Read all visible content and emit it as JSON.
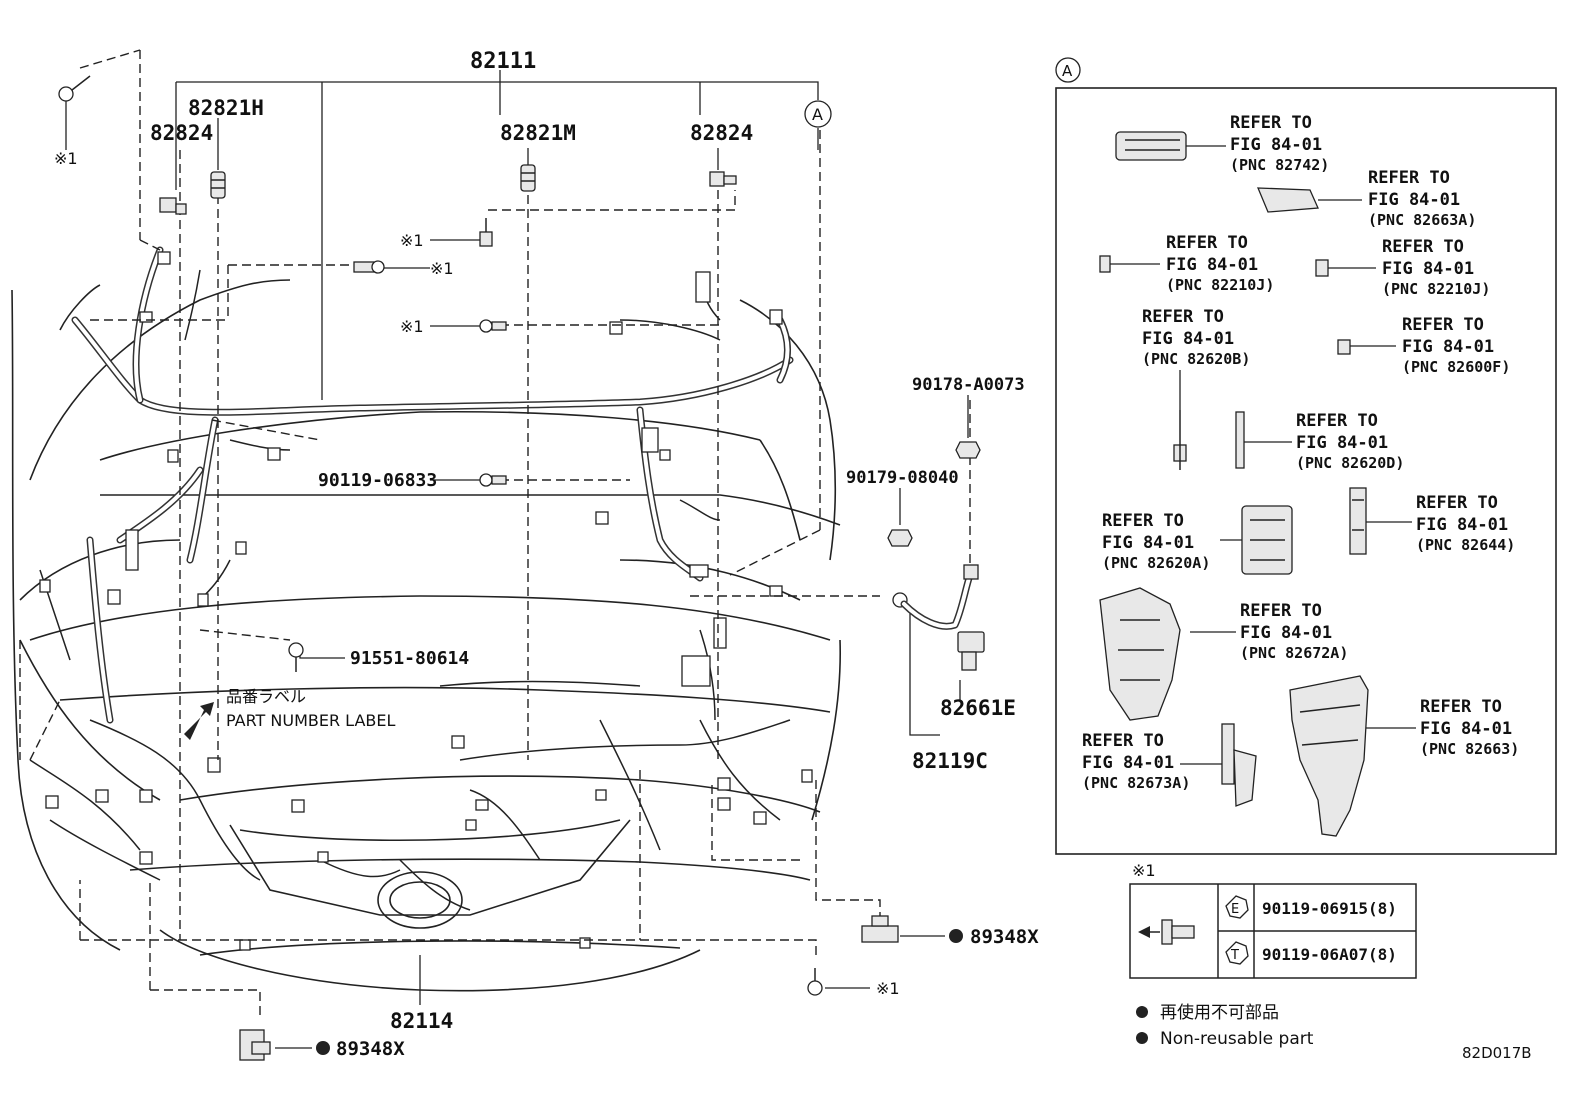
{
  "diagram_code": "82D017B",
  "callout_letter": "A",
  "main_labels": {
    "harness_main": "82111",
    "harness_front": "82114",
    "clamp_82821h": "82821H",
    "clamp_82821m": "82821M",
    "clip_82824_left": "82824",
    "clip_82824_right": "82824",
    "bolt_90119_06833": "90119-06833",
    "screw_91551_80614": "91551-80614",
    "nut_90178_a0073": "90178-A0073",
    "nut_90179_08040": "90179-08040",
    "wire_82119c": "82119C",
    "sensor_82661e": "82661E",
    "bracket_89348x_right": "89348X",
    "bracket_89348x_bottom": "89348X"
  },
  "note_mark": "※1",
  "part_number_label": {
    "jp": "品番ラベル",
    "en": "PART NUMBER LABEL"
  },
  "detail_refs": [
    {
      "refer": "REFER TO",
      "fig": "FIG 84-01",
      "pnc": "(PNC 82742)"
    },
    {
      "refer": "REFER TO",
      "fig": "FIG 84-01",
      "pnc": "(PNC 82663A)"
    },
    {
      "refer": "REFER TO",
      "fig": "FIG 84-01",
      "pnc": "(PNC 82210J)"
    },
    {
      "refer": "REFER TO",
      "fig": "FIG 84-01",
      "pnc": "(PNC 82210J)"
    },
    {
      "refer": "REFER TO",
      "fig": "FIG 84-01",
      "pnc": "(PNC 82620B)"
    },
    {
      "refer": "REFER TO",
      "fig": "FIG 84-01",
      "pnc": "(PNC 82600F)"
    },
    {
      "refer": "REFER TO",
      "fig": "FIG 84-01",
      "pnc": "(PNC 82620D)"
    },
    {
      "refer": "REFER TO",
      "fig": "FIG 84-01",
      "pnc": "(PNC 82620A)"
    },
    {
      "refer": "REFER TO",
      "fig": "FIG 84-01",
      "pnc": "(PNC 82644)"
    },
    {
      "refer": "REFER TO",
      "fig": "FIG 84-01",
      "pnc": "(PNC 82672A)"
    },
    {
      "refer": "REFER TO",
      "fig": "FIG 84-01",
      "pnc": "(PNC 82673A)"
    },
    {
      "refer": "REFER TO",
      "fig": "FIG 84-01",
      "pnc": "(PNC 82663)"
    }
  ],
  "fastener_table": {
    "title": "※1",
    "rows": [
      {
        "symbol": "E",
        "part": "90119-06915(8)"
      },
      {
        "symbol": "T",
        "part": "90119-06A07(8)"
      }
    ]
  },
  "legend": {
    "jp": "再使用不可部品",
    "en": "Non-reusable part"
  }
}
